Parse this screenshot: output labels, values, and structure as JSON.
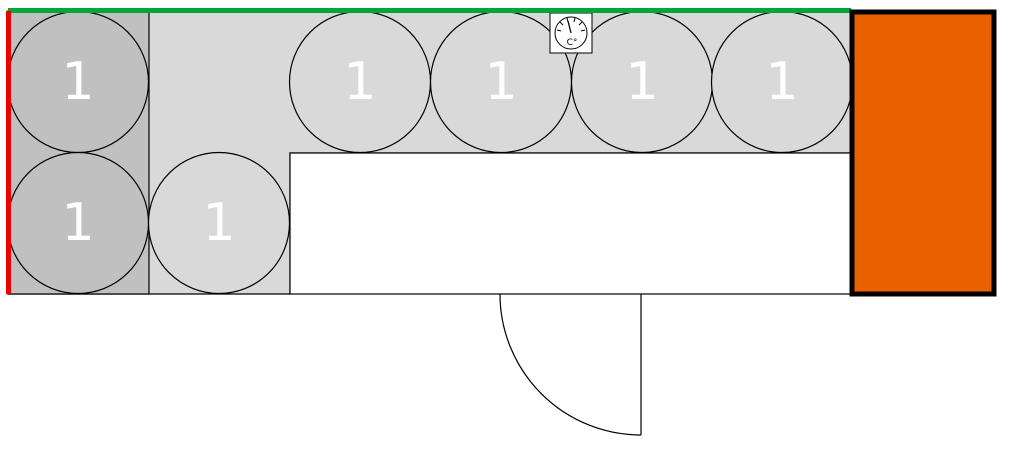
{
  "colors": {
    "wall_top": "#00a63c",
    "wall_left": "#ee0000",
    "block": "#ea6100",
    "floor_light": "#d9d9d9",
    "floor_dark": "#c0c0c0",
    "outline": "#000000",
    "label_text": "#ffffff"
  },
  "items": [
    {
      "label": "1",
      "zone": "dark"
    },
    {
      "label": "1",
      "zone": "dark"
    },
    {
      "label": "1",
      "zone": "light"
    },
    {
      "label": "1",
      "zone": "light"
    },
    {
      "label": "1",
      "zone": "light"
    },
    {
      "label": "1",
      "zone": "light"
    },
    {
      "label": "1",
      "zone": "light"
    },
    {
      "label": "1",
      "zone": "light"
    }
  ],
  "thermometer": {
    "unit": "C°",
    "icon": "thermometer-gauge-icon"
  },
  "door": {
    "icon": "door-swing-icon"
  }
}
